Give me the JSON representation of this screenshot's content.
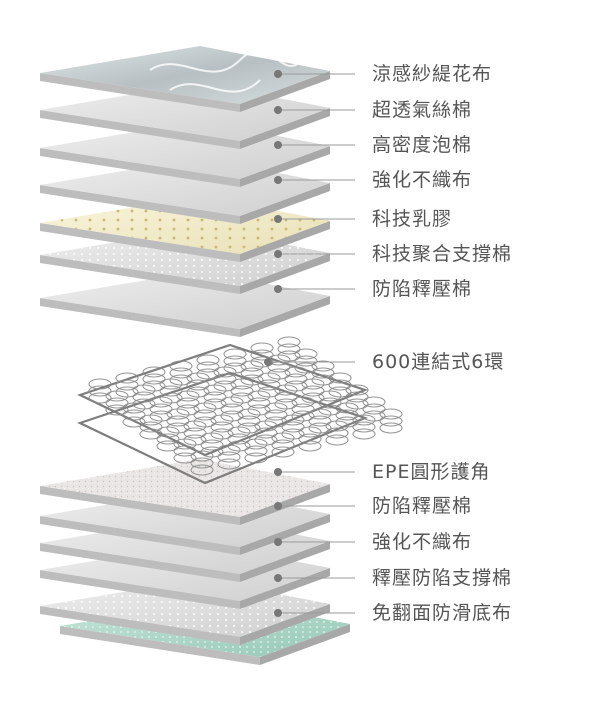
{
  "diagram": {
    "title": "",
    "layers": [
      {
        "label": "涼感紗緹花布",
        "texture": "quilted-fabric",
        "color": "#b9c0c2"
      },
      {
        "label": "超透氣絲棉",
        "texture": "smooth",
        "color": "#d6d6d6"
      },
      {
        "label": "高密度泡棉",
        "texture": "smooth",
        "color": "#d2d2d2"
      },
      {
        "label": "強化不織布",
        "texture": "smooth",
        "color": "#d4d4d4"
      },
      {
        "label": "科技乳膠",
        "texture": "perforated",
        "color": "#f1ebc9"
      },
      {
        "label": "科技聚合支撐棉",
        "texture": "perforated-light",
        "color": "#dcdcdc"
      },
      {
        "label": "防陷釋壓棉",
        "texture": "smooth",
        "color": "#d8d8d8"
      },
      {
        "label": "600連結式6環",
        "texture": "pocket-spring",
        "color": "#c8c8c8"
      },
      {
        "label": "EPE圓形護角",
        "texture": "speckled",
        "color": "#e3dede"
      },
      {
        "label": "防陷釋壓棉",
        "texture": "smooth",
        "color": "#d7d7d7"
      },
      {
        "label": "強化不織布",
        "texture": "smooth",
        "color": "#d6d6d6"
      },
      {
        "label": "釋壓防陷支撐棉",
        "texture": "smooth",
        "color": "#d4d4d4"
      },
      {
        "label": "免翻面防滑底布",
        "texture": "dotted",
        "color": "#e2e2e2"
      }
    ],
    "callout_line_color": "#9a9a9a",
    "callout_dot_color": "#777777",
    "bottom_layer_color": "#a9d4c6"
  }
}
